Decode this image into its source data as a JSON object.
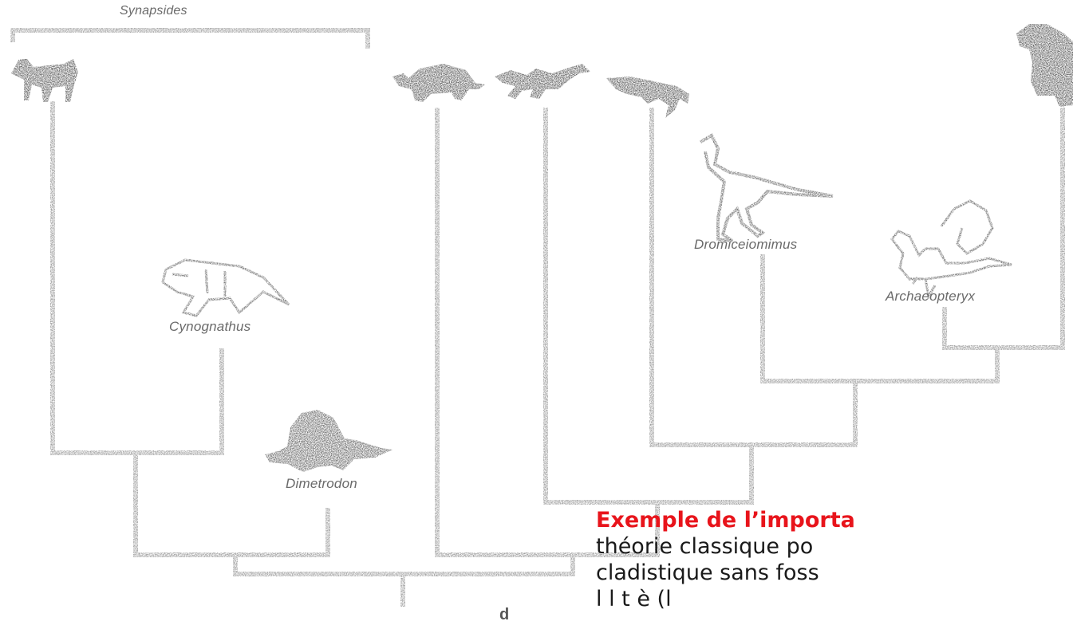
{
  "labels": {
    "synapsides": "Synapsides",
    "cynognathus": "Cynognathus",
    "dimetrodon": "Dimetrodon",
    "dromiceiomimus": "Dromiceiomimus",
    "archaeopteryx": "Archaeopteryx",
    "marker": "d"
  },
  "caption": {
    "heading": "Exemple de l’importa",
    "line2": "théorie   classique   po",
    "line3": "cladistique sans foss",
    "line4": "  l    l        t  è       (l"
  },
  "icons": [
    "horse-silhouette-icon",
    "cynodont-icon",
    "dimetrodon-icon",
    "turtle-icon",
    "lizard-icon",
    "crocodile-icon",
    "dinosaur-icon",
    "archaeopteryx-icon",
    "parrot-icon"
  ],
  "colors": {
    "line": "#8f8f8f",
    "silhouette": "#4a4a4a",
    "caption_heading": "#e8141b",
    "caption_text": "#1a1a1a"
  }
}
